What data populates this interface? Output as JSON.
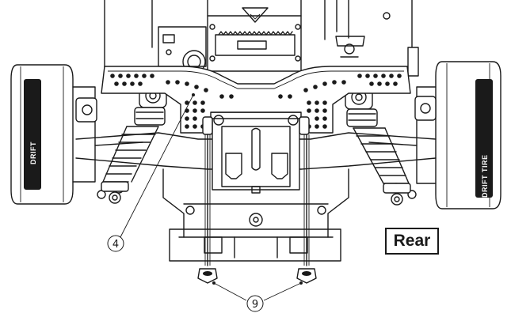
{
  "callouts": {
    "part_4": "4",
    "part_9": "9"
  },
  "orientation_label": "Rear",
  "tire_text": {
    "left": "DRIFT",
    "right": "DRIFT TIRE"
  },
  "colors": {
    "ink": "#1a1a1a",
    "background": "#ffffff"
  }
}
